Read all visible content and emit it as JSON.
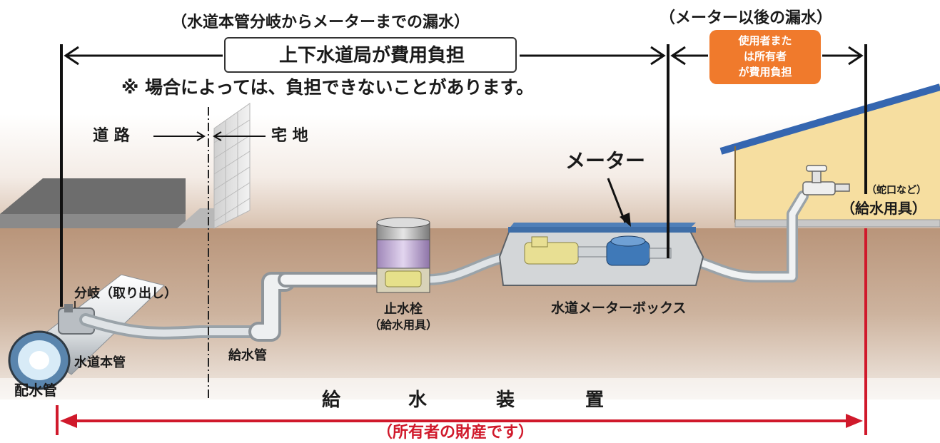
{
  "header": {
    "left_leak_label": "（水道本管分岐からメーターまでの漏水）",
    "right_leak_label": "（メーター以後の漏水）"
  },
  "cost_bureau": {
    "label": "上下水道局が費用負担"
  },
  "cost_user": {
    "line1": "使用者また",
    "line2": "は所有者",
    "line3": "が費用負担"
  },
  "notice": "※ 場合によっては、負担できないことがあります。",
  "boundary": {
    "road": "道 路",
    "residence": "宅 地"
  },
  "parts": {
    "meter": "メーター",
    "branch": "分岐（取り出し）",
    "water_main": "水道本管",
    "distribution_pipe": "配水管",
    "service_pipe": "給水管",
    "stop_valve": "止水栓",
    "stop_valve_note": "（給水用具）",
    "meter_box": "水道メーターボックス",
    "faucet_note": "（蛇口など）",
    "faucet": "（給水用具）"
  },
  "bottom": {
    "title_chars": [
      "給",
      "水",
      "装",
      "置"
    ],
    "owner": "（所有者の財産です）"
  },
  "colors": {
    "red": "#d0192b",
    "orange": "#f07a2c",
    "roof_blue": "#3566b0",
    "house_wall": "#f6dea0",
    "ground": "#c4a689"
  }
}
